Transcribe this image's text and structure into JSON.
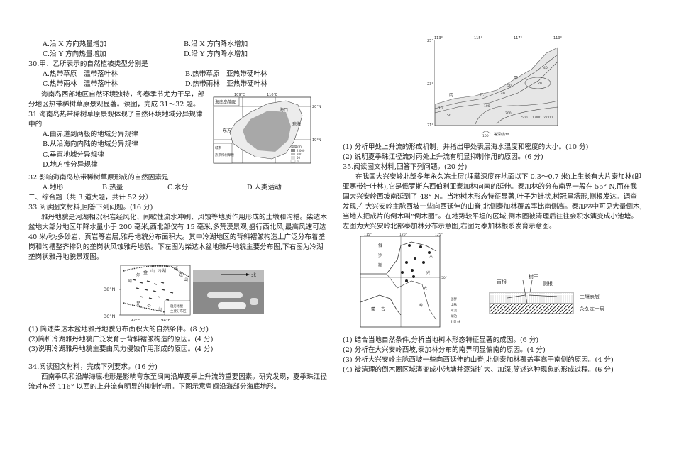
{
  "left": {
    "q29_options": [
      "A.沿 X 方向热量增加",
      "B.沿 X 方向降水增加",
      "C.沿 Y 方向热量增加",
      "D.沿 Y 方向降水增加"
    ],
    "q30": {
      "stem": "30.甲、乙所表示的自然植被类型分别是",
      "options": [
        "A.热带草原　温带落叶林",
        "B.热带草原　亚热带硬叶林",
        "C.热带雨林　温带落叶林",
        "D.热带雨林　亚热带硬叶林"
      ]
    },
    "intro_31_32": [
      "海南岛西部地区自然环境独特，冬春季节尤为干旱，部",
      "分地区热带稀树草原景观显著。读图，完成 31～32 题。"
    ],
    "q31": {
      "stem": [
        "31.海南岛热带稀树草原景观体现了自然环境地域分异规律",
        "中的"
      ],
      "options": [
        "A.由赤道到两极的地域分异规律",
        "B.从沿海向内陆的地域分异规律",
        "C.垂直地域分异规律",
        "D.地方性分异规律"
      ]
    },
    "q32": {
      "stem": "32.影响海南岛热带稀树草原形成的自然因素是",
      "options": [
        "A.地形",
        "B.热量",
        "C.水分",
        "D.人类活动"
      ]
    },
    "section2": "二、综合题（共 3 道大题，共计 52 分）",
    "q33": {
      "stem": "33.阅读图文材料,回答下列问题。(16 分)",
      "paragraph": [
        "雅丹地貌是河湖相沉积岩经风化、间歇性流水冲刷、风蚀等地质作用形成的土墩和沟槽。柴达木",
        "盆地大部分地区年降水量小于 200 毫米,西北部仅有 15 毫米,多荒漠景观,盛行西北风,最高风速可达",
        "40 米/秒;多砂岩、页岩等岩层,雅丹地貌分布面积大。其中冷湖地区的背斜褶皱构造上广泛分布着垄",
        "岗和沟槽整齐排列的垄岗状风蚀雅丹地貌。下左图为柴达木盆地雅丹地貌主要分布图,下右图为冷湖",
        "垄岗状雅丹地貌景观图。"
      ],
      "questions": [
        "(1) 简述柴达木盆地雅丹地貌分布面积大的自然条件。(8 分)",
        "(2)简析冷湖雅丹地貌广泛发育于背斜褶皱构造的原因。(4 分)",
        "(3)说明冷湖雅丹地貌主要由风力侵蚀作用形成的原因。(4 分)"
      ]
    },
    "q34": {
      "stem": "34.阅读图文材料，完成下列要求。(16 分)",
      "paragraph": [
        "西南季风和沿岸海底地形是影响粤东至闽南沿岸夏季上升流的重要因素。研究发现，夏季珠江径",
        "流对东经 116° 以西的上升流有明显的抑制作用。下图示意粤闽沿海部分海底地形。"
      ]
    }
  },
  "right": {
    "q34_questions": [
      "(1) 分析甲处上升流的形成机制，并指出甲处表层海水温度和密度的大小。(10 分)",
      "(2) 说明夏季珠江径流对丙处上升流有明显抑制作用的原因。(6 分)"
    ],
    "q35": {
      "stem": "35.阅读图文材料,回答下列问题。(20 分)",
      "paragraph": [
        "在我国大兴安岭北部多年永久冻土层(埋藏深度在地面以下 0.3～0.7 米)上生长有大片泰加林(即",
        "亚寒带针叶林),它是俄罗斯东西伯利亚泰加林向南的延伸。泰加林的分布南界一般在 55° N,而在我",
        "国大兴安岭西坡南延到了 48° N。当地树木形态特征显著,叶子为针状,树冠呈塔形,侧根发达。调查",
        "发现,在大兴安岭主脉西坡一些向西延伸的山脊,北侧泰加林覆盖率比南侧高。泰加林中可见大量倒木,",
        "当地人把成片的倒木叫“倒木圈”。在地势较平坦的区域,倒木圈被清理后往往会积水演变成小池塘。",
        "左图为大兴安岭北部泰加林分布示意图,右图为泰加林根系发育示意图。"
      ],
      "questions": [
        "(1) 结合当地自然条件,分析当地树木形态特征显著的成因。(6 分)",
        "(2) 分析在大兴安岭西坡,泰加林分布的南界明显偏南的原因。(4 分)",
        "(3) 分析大兴安岭主脉西坡一些向西延伸的山脊,北侧泰加林覆盖率高于南侧的原因。(4 分)",
        "(4) 被清理的倒木圈区域演变成小池塘并逐渐扩大、加深,简述这种现象的形成过程。(6 分)"
      ]
    }
  },
  "figures": {
    "hainan": {
      "title": "海南岛简图",
      "lon": [
        "109°E",
        "110°E"
      ],
      "lat": [
        "20°N",
        "19°N"
      ],
      "cities": [
        "海口",
        "琼海",
        "东方"
      ],
      "legend": [
        "城市",
        "热带稀树草原"
      ],
      "elev_title": "高度/m",
      "elev": [
        "2 000",
        "200",
        "50",
        "0"
      ]
    },
    "qaidam": {
      "lat": [
        "38°N",
        "36°N"
      ],
      "lon": [
        "92°E",
        "94°E"
      ],
      "labels": [
        "阿",
        "尔",
        "金",
        "山",
        "冷湖",
        "祁",
        "连",
        "山",
        "昆",
        "仑",
        "山"
      ],
      "legend": [
        "雅丹地貌",
        "主要分布区"
      ],
      "photo_arrow": "北"
    },
    "coast": {
      "lon": [
        "113°",
        "115°",
        "117°",
        "119°"
      ],
      "lat": [
        "25°",
        "23°",
        "21°"
      ],
      "sites": [
        "甲",
        "乙",
        "丙"
      ],
      "depths": [
        "10",
        "50",
        "50",
        "40",
        "100",
        "200",
        "500",
        "40",
        "20",
        "1 000",
        "2 000"
      ],
      "legend": "等深线/m",
      "legend_value": "100"
    },
    "taiga": {
      "lon": [
        "115°",
        "120°",
        "125°"
      ],
      "lat": "50°",
      "labels": [
        "俄",
        "罗",
        "斯",
        "蒙",
        "古",
        "大",
        "兴",
        "安",
        "岭"
      ],
      "legend": [
        "国界",
        "山脉",
        "河流",
        "湖泊",
        "针叶林"
      ]
    },
    "roots": {
      "labels": [
        "直根",
        "树干",
        "侧根",
        "土壤表层",
        "永久冻土层"
      ]
    }
  }
}
